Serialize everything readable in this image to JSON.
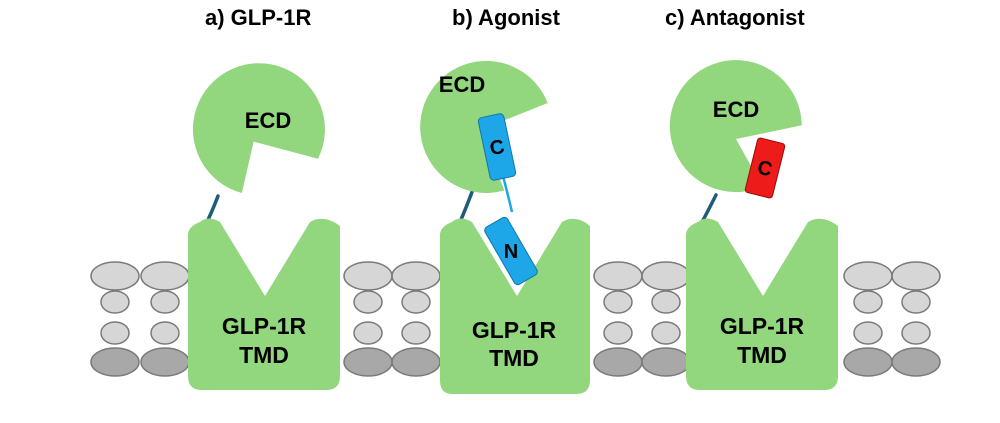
{
  "panels": {
    "a": {
      "title": "a) GLP-1R",
      "ecd_label": "ECD",
      "tmd_line1": "GLP-1R",
      "tmd_line2": "TMD"
    },
    "b": {
      "title": "b) Agonist",
      "ecd_label": "ECD",
      "tmd_line1": "GLP-1R",
      "tmd_line2": "TMD",
      "peptide_c": "C",
      "peptide_n": "N"
    },
    "c": {
      "title": "c) Antagonist",
      "ecd_label": "ECD",
      "tmd_line1": "GLP-1R",
      "tmd_line2": "TMD",
      "peptide_c": "C"
    }
  },
  "colors": {
    "receptor": "#92d67e",
    "agonist_peptide": "#1ea7e8",
    "antagonist_peptide": "#ee1b1b",
    "linker": "#1f5c7a",
    "lipid_head_light": "#d6d6d6",
    "lipid_head_dark": "#a8a8a8",
    "lipid_outline": "#7a7a7a",
    "text": "#000000"
  }
}
